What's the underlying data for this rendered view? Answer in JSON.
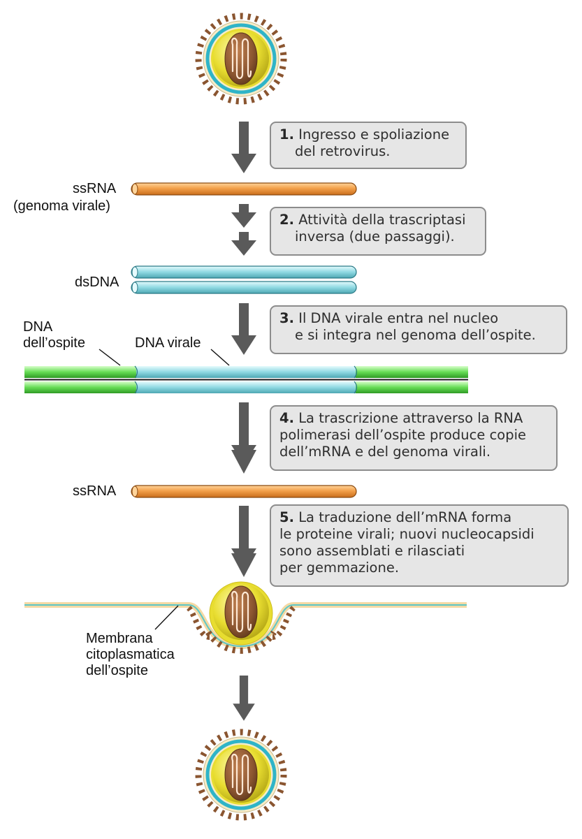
{
  "steps": [
    {
      "number": "1.",
      "lines": [
        "Ingresso e spoliazione",
        "del retrovirus."
      ]
    },
    {
      "number": "2.",
      "lines": [
        "Attività della trascriptasi",
        "inversa (due passaggi)."
      ]
    },
    {
      "number": "3.",
      "lines": [
        "Il DNA virale entra nel nucleo",
        "e si integra nel genoma dell’ospite."
      ]
    },
    {
      "number": "4.",
      "lines": [
        "La trascrizione attraverso la RNA",
        "polimerasi dell’ospite produce copie",
        "dell’mRNA e del genoma virali."
      ]
    },
    {
      "number": "5.",
      "lines": [
        "La traduzione dell’mRNA forma",
        "le proteine virali; nuovi nucleocapsidi",
        "sono assemblati e rilasciati",
        "per gemmazione."
      ]
    }
  ],
  "labels": {
    "ssrna_top": "ssRNA",
    "genome": "(genoma virale)",
    "dsdna": "dsDNA",
    "host_dna": [
      "DNA",
      "dell’ospite"
    ],
    "viral_dna": "DNA virale",
    "ssrna_bottom": "ssRNA",
    "membrane": [
      "Membrana",
      "citoplasmatica",
      "dell’ospite"
    ]
  },
  "colors": {
    "arrow": "#5a5a5a",
    "rna_orange": "#f3a04a",
    "dna_cyan": "#8fd9e2",
    "host_green": "#66dd55",
    "capsid_brown": "#8a5530",
    "envelope_yellow": "#e8dd30",
    "box_fill": "#e6e6e6",
    "box_border": "#8c8c8c"
  }
}
